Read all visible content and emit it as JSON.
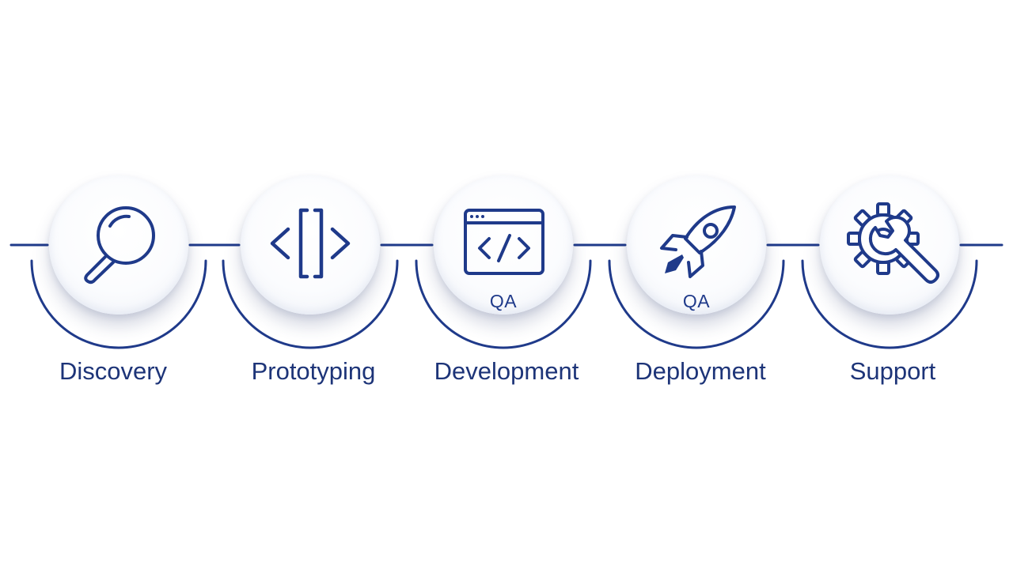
{
  "colors": {
    "accent": "#1f3a8a",
    "label_text": "#1d3478",
    "background": "#ffffff",
    "node_fill": "#fbfcfe"
  },
  "steps": [
    {
      "label": "Discovery",
      "icon": "magnifying-glass-icon"
    },
    {
      "label": "Prototyping",
      "icon": "brackets-code-icon"
    },
    {
      "label": "Development",
      "icon": "code-window-icon",
      "badge": "QA"
    },
    {
      "label": "Deployment",
      "icon": "rocket-icon",
      "badge": "QA"
    },
    {
      "label": "Support",
      "icon": "gear-wrench-icon"
    }
  ]
}
